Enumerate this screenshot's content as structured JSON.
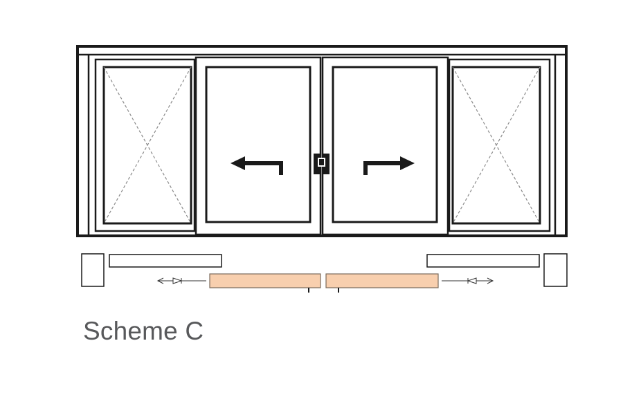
{
  "caption": "Scheme C",
  "colors": {
    "frame": "#1a1a1a",
    "dashed_cross": "#8a8a8a",
    "sliding_panel_fill": "#f8cfae",
    "sliding_panel_stroke": "#7a6a5a",
    "caption_text": "#58595b"
  },
  "elevation": {
    "fixed_side_panels": 2,
    "sliding_panels": 2,
    "center_handle": "lock-handle",
    "left_sliding_direction": "left",
    "right_sliding_direction": "right"
  },
  "plan": {
    "stack_pockets": 2,
    "fixed_lite_bars": 2,
    "sliding_panels": 2,
    "left_arrow_direction": "left",
    "right_arrow_direction": "right"
  }
}
